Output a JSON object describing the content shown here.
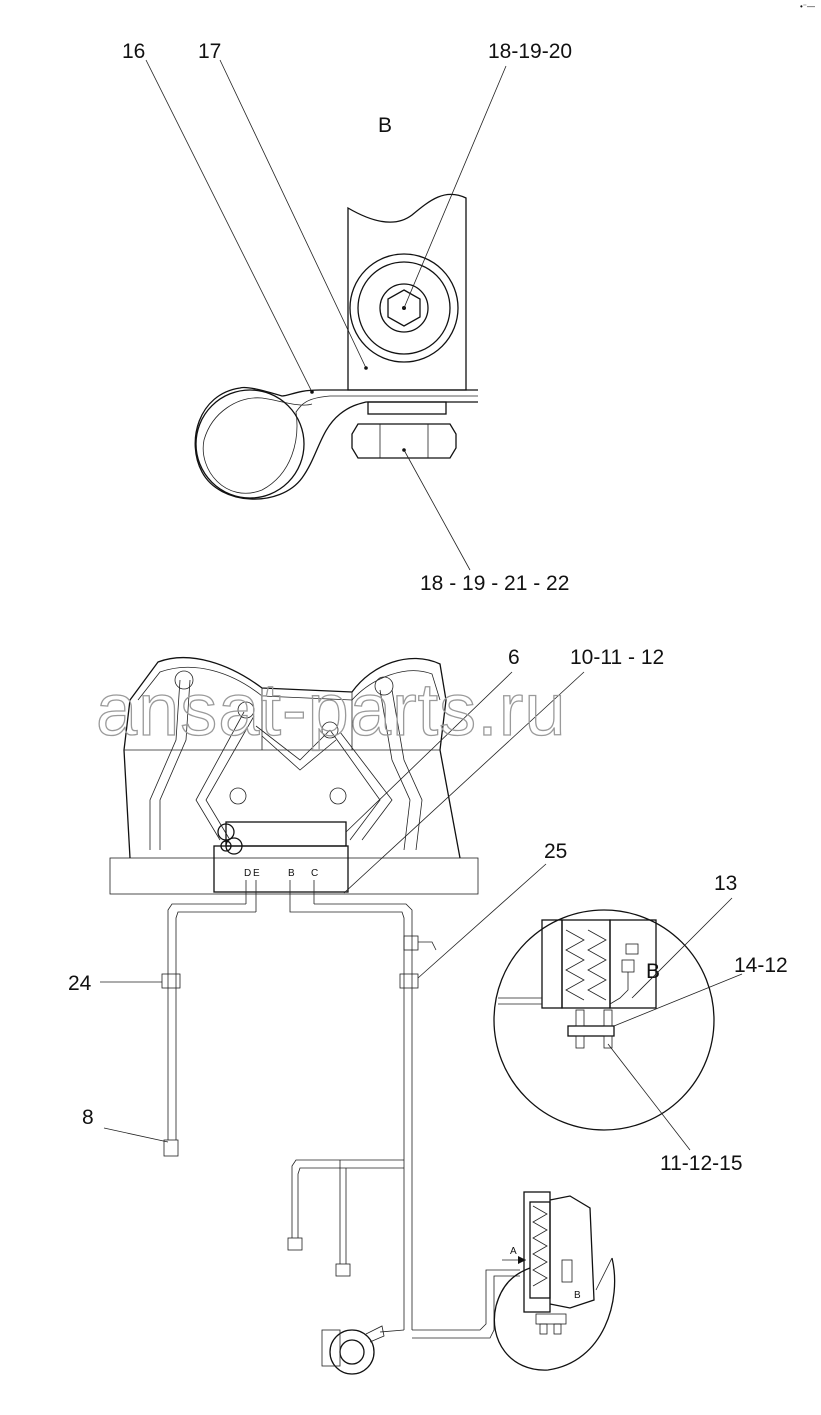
{
  "corner_mark": "•⁻—",
  "view_b": {
    "title": "B",
    "callouts": {
      "c16": "16",
      "c17": "17",
      "c18_19_20": "18-19-20",
      "c18_19_21_22": "18 - 19 - 21 - 22"
    }
  },
  "main_view": {
    "callouts": {
      "c6": "6",
      "c10_11_12": "10-11 - 12",
      "c25": "25",
      "c24": "24",
      "c8": "8"
    },
    "port_labels": {
      "D": "D",
      "E": "E",
      "B": "B",
      "C": "C"
    }
  },
  "detail_view": {
    "callouts": {
      "c13": "13",
      "c14_12": "14-12",
      "c11_12_15": "11-12-15"
    },
    "marker_b": "B"
  },
  "small_view": {
    "arrow_label": "A",
    "marker_b": "B"
  },
  "watermark": "ansat-parts.ru"
}
